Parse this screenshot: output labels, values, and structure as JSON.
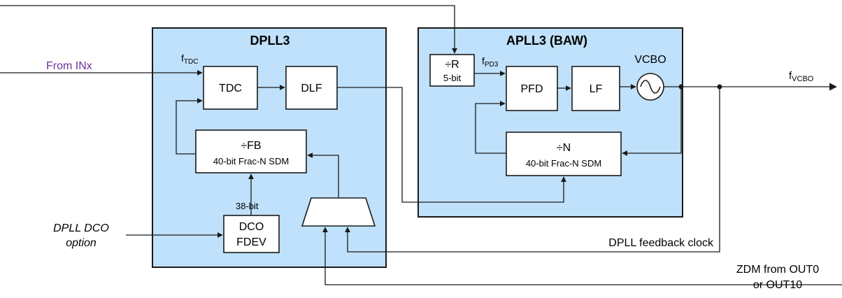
{
  "diagram": {
    "dpll_title": "DPLL3",
    "apll_title": "APLL3 (BAW)",
    "from_inx": "From INx",
    "f_tdc_base": "f",
    "f_tdc_sub": "TDC",
    "tdc": "TDC",
    "dlf": "DLF",
    "fb_line1": "÷FB",
    "fb_line2": "40-bit Frac-N SDM",
    "bits_38": "38-bit",
    "dco_line1": "DCO",
    "dco_line2": "FDEV",
    "dco_option_line1": "DPLL DCO",
    "dco_option_line2": "option",
    "r_line1": "÷R",
    "r_line2": "5-bit",
    "f_pd3_base": "f",
    "f_pd3_sub": "PD3",
    "pfd": "PFD",
    "lf": "LF",
    "vcbo": "VCBO",
    "n_line1": "÷N",
    "n_line2": "40-bit Frac-N SDM",
    "f_vcbo_base": "f",
    "f_vcbo_sub": "VCBO",
    "feedback_clock": "DPLL feedback clock",
    "zdm_line1": "ZDM from OUT0",
    "zdm_line2": "or OUT10"
  },
  "colors": {
    "panel_fill": "#bfe1fb",
    "input_label": "#7030a0"
  }
}
